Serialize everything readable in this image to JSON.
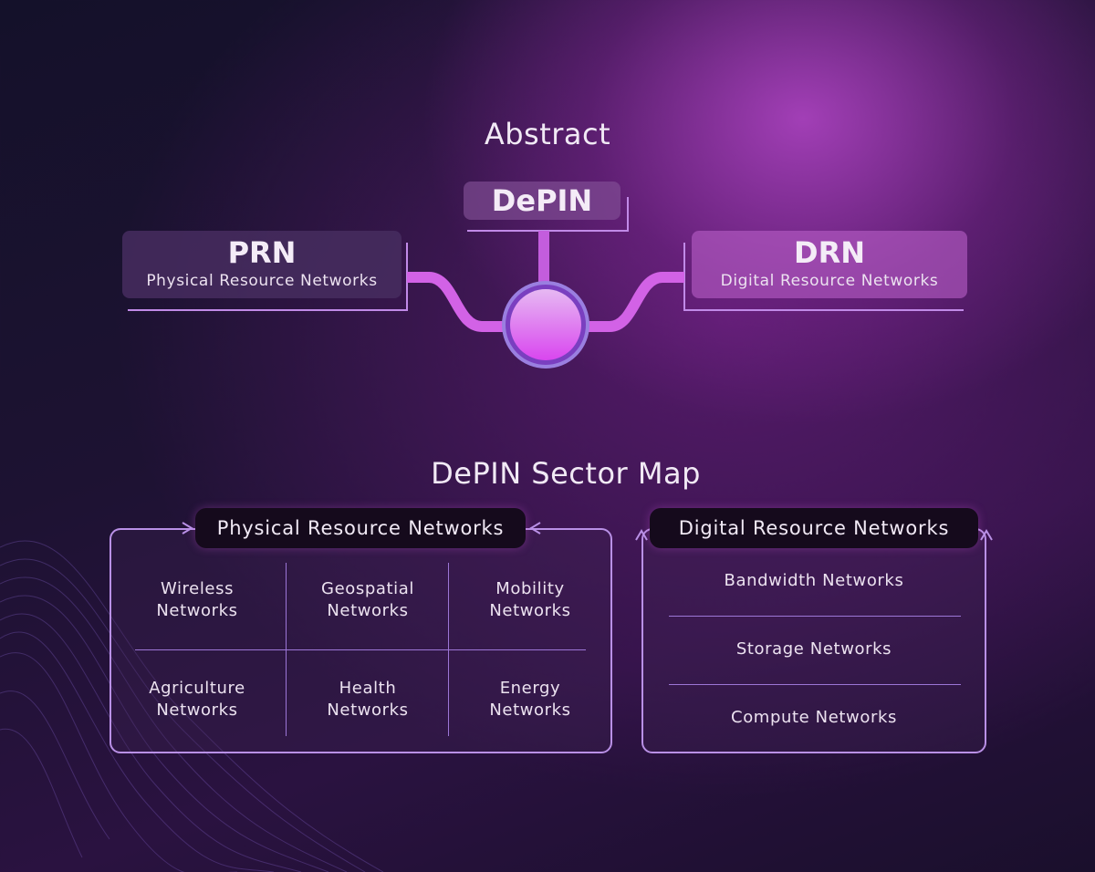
{
  "abstract": {
    "title": "Abstract",
    "center": "DePIN",
    "left": {
      "title": "PRN",
      "subtitle": "Physical Resource Networks"
    },
    "right": {
      "title": "DRN",
      "subtitle": "Digital Resource Networks"
    }
  },
  "sector_map": {
    "title": "DePIN Sector Map",
    "physical": {
      "label": "Physical Resource Networks",
      "cells": [
        [
          "Wireless",
          "Networks"
        ],
        [
          "Geospatial",
          "Networks"
        ],
        [
          "Mobility",
          "Networks"
        ],
        [
          "Agriculture",
          "Networks"
        ],
        [
          "Health",
          "Networks"
        ],
        [
          "Energy",
          "Networks"
        ]
      ]
    },
    "digital": {
      "label": "Digital Resource Networks",
      "rows": [
        "Bandwidth Networks",
        "Storage Networks",
        "Compute Networks"
      ]
    }
  },
  "colors": {
    "accent": "#b990e6",
    "node": "#e05cf0",
    "connector": "#d04fe8"
  }
}
